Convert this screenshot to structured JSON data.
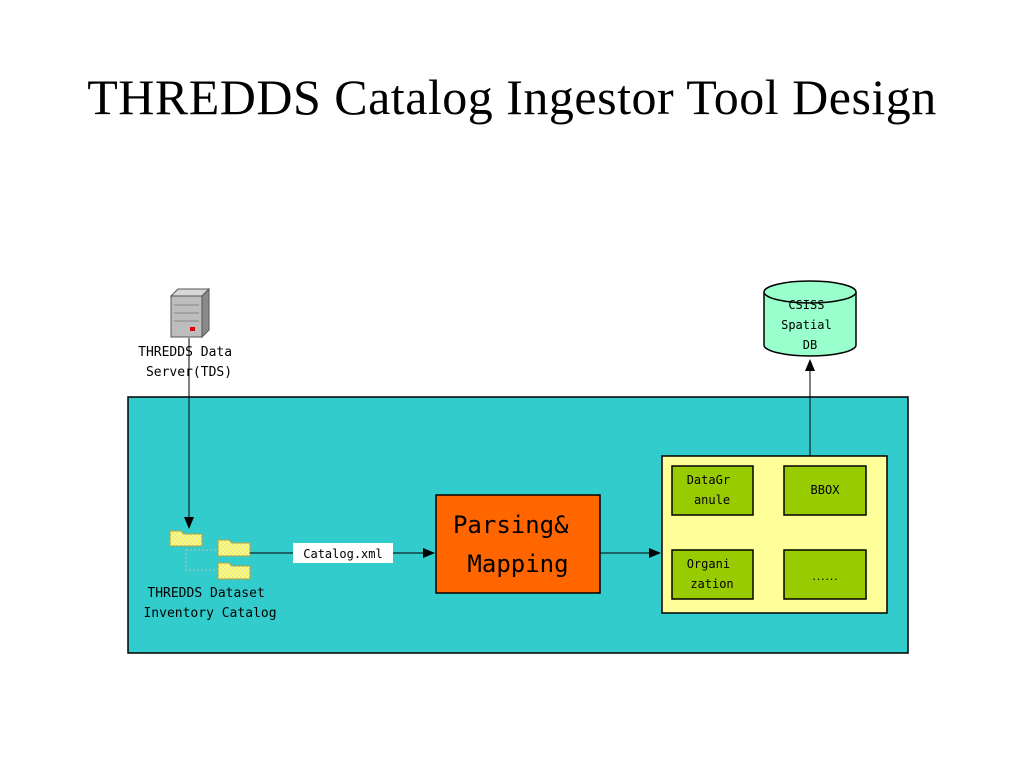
{
  "title": "THREDDS Catalog Ingestor Tool Design",
  "nodes": {
    "server_label_line1": "THREDDS Data",
    "server_label_line2": "Server(TDS)",
    "db_label_line1": "CSISS",
    "db_label_line2": "Spatial",
    "db_label_line3": "DB",
    "catalog_label_line1": "THREDDS Dataset",
    "catalog_label_line2": "Inventory Catalog",
    "edge_label": "Catalog.xml",
    "parser_line1": "Parsing&",
    "parser_line2": "Mapping",
    "items": [
      {
        "line1": "DataGr",
        "line2": "anule"
      },
      {
        "line1": "BBOX",
        "line2": ""
      },
      {
        "line1": "Organi",
        "line2": "zation"
      },
      {
        "line1": "……",
        "line2": ""
      }
    ]
  },
  "colors": {
    "container_fill": "#33CCCC",
    "result_panel_fill": "#FFFF99",
    "item_fill": "#99CC00",
    "parser_fill": "#FF6600",
    "db_fill": "#99FFCC",
    "folder_fill": "#FFFF66"
  },
  "icons": [
    "server-icon",
    "folder-icon",
    "database-icon"
  ]
}
